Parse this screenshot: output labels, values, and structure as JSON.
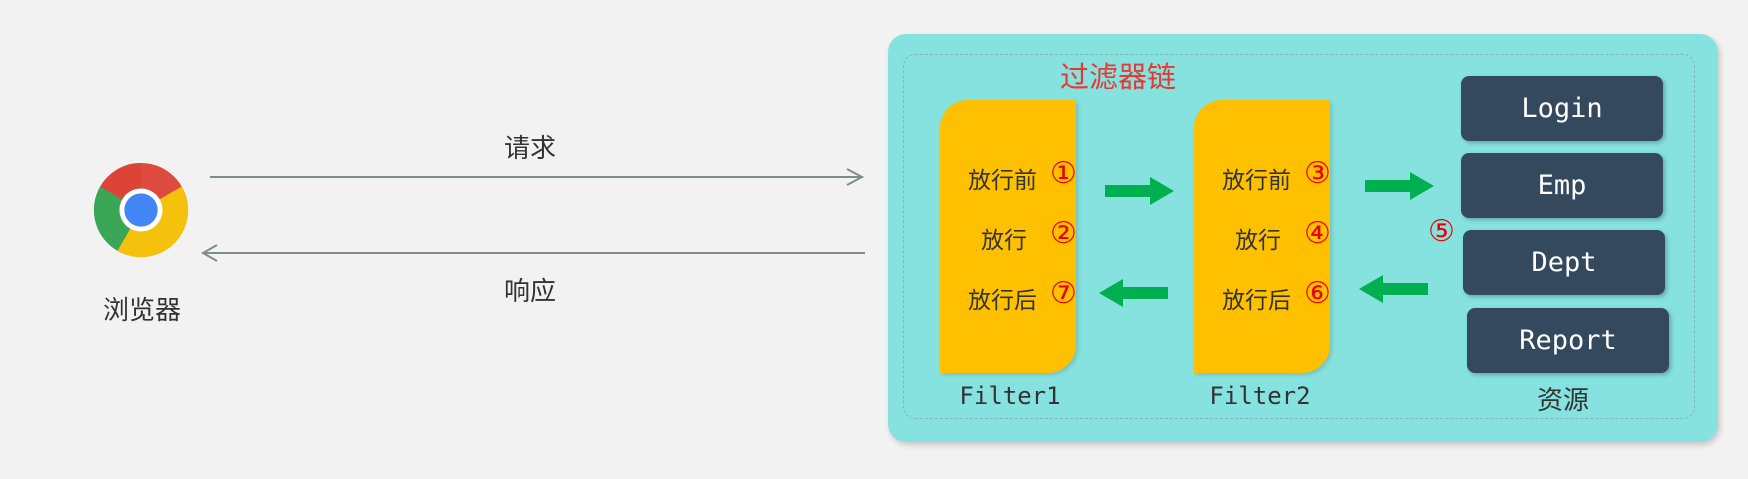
{
  "browser": {
    "label": "浏览器",
    "request_label": "请求",
    "response_label": "响应"
  },
  "container": {
    "title": "过滤器链",
    "resources_label": "资源",
    "resource_number": "⑤",
    "resources": [
      "Login",
      "Emp",
      "Dept",
      "Report"
    ]
  },
  "filters": [
    {
      "name": "Filter1",
      "steps": [
        {
          "text": "放行前",
          "num": "①"
        },
        {
          "text": "放行",
          "num": "②"
        },
        {
          "text": "放行后",
          "num": "⑦"
        }
      ]
    },
    {
      "name": "Filter2",
      "steps": [
        {
          "text": "放行前",
          "num": "③"
        },
        {
          "text": "放行",
          "num": "④"
        },
        {
          "text": "放行后",
          "num": "⑥"
        }
      ]
    }
  ],
  "colors": {
    "container_bg": "#86e2df",
    "filter_bg": "#ffc000",
    "resource_bg": "#34495e",
    "flow_arrow": "#00b050",
    "step_number": "#e00000",
    "title": "#e53935"
  }
}
